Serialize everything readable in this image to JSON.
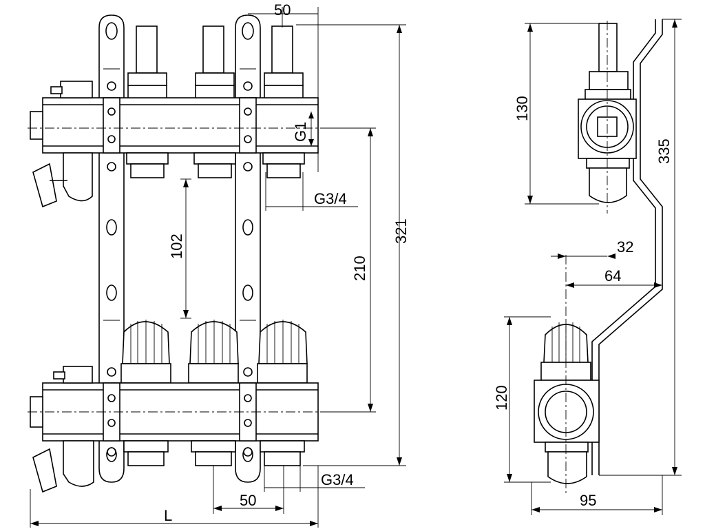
{
  "labels": {
    "pitch_top": "50",
    "pitch_bottom": "50",
    "thread_main": "G1",
    "thread_outlet_top": "G3/4",
    "thread_outlet_bottom": "G3/4",
    "height_102": "102",
    "height_210": "210",
    "height_321": "321",
    "length": "L",
    "side_130": "130",
    "side_335": "335",
    "side_32": "32",
    "side_64": "64",
    "side_120": "120",
    "side_95": "95"
  }
}
